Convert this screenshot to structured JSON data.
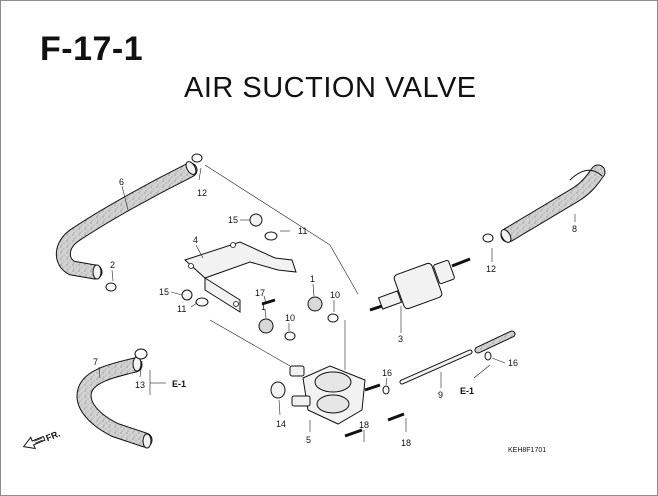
{
  "header": {
    "section_code": "F-17-1",
    "title": "AIR SUCTION VALVE"
  },
  "callouts": {
    "p1a": "1",
    "p1b": "1",
    "p2": "2",
    "p3": "3",
    "p4": "4",
    "p5": "5",
    "p6": "6",
    "p7": "7",
    "p8": "8",
    "p9": "9",
    "p10a": "10",
    "p10b": "10",
    "p11a": "11",
    "p11b": "11",
    "p12a": "12",
    "p12b": "12",
    "p13": "13",
    "p14": "14",
    "p15a": "15",
    "p15b": "15",
    "p16a": "16",
    "p16b": "16",
    "p17": "17",
    "p18a": "18",
    "p18b": "18"
  },
  "references": {
    "e1_left": "E-1",
    "e1_right": "E-1"
  },
  "direction_label": "FR.",
  "catalog_code": "KEH8F1701",
  "colors": {
    "hose_fill": "#d2d2d2",
    "part_fill": "#f2f2f2",
    "line": "#111111",
    "frame": "#8c8c8c"
  }
}
